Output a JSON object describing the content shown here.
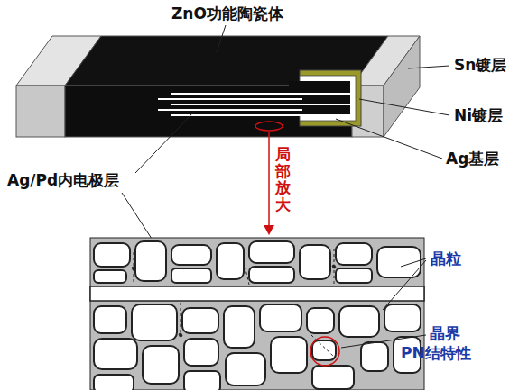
{
  "diagram": {
    "labels": [
      "ZnO功能陶瓷体",
      "Sn镀层",
      "Ni镀层",
      "Ag基层",
      "Ag/Pd内电极层",
      "局部放大",
      "晶粒",
      "晶界",
      "PN结特性"
    ]
  }
}
